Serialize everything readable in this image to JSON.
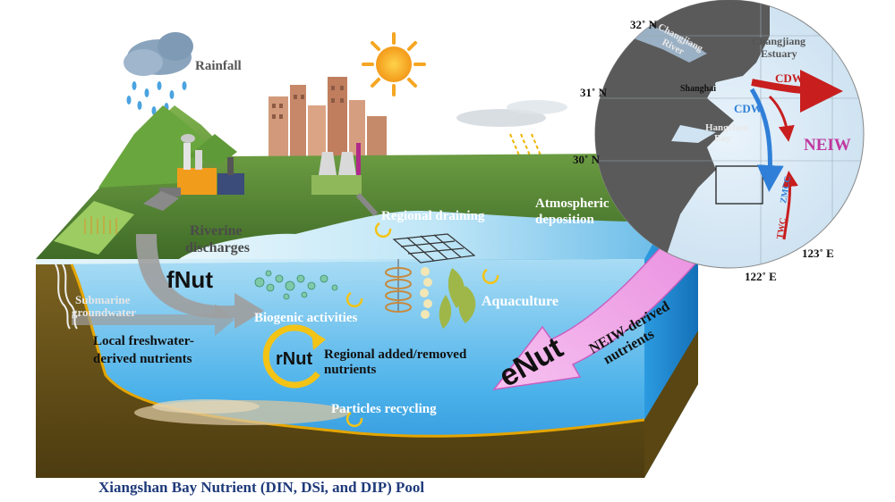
{
  "labels": {
    "rainfall": "Rainfall",
    "riverine_1": "Riverine",
    "riverine_2": "discharges",
    "regional_draining": "Regional draining",
    "atmospheric_1": "Atmospheric",
    "atmospheric_2": "deposition",
    "submarine_1": "Submarine",
    "submarine_2": "groundwater",
    "fnut": "fNut",
    "local_1": "Local freshwater-",
    "local_2": "derived nutrients",
    "biogenic": "Biogenic activities",
    "aquaculture": "Aquaculture",
    "rnut": "rNut",
    "regional_added_1": "Regional added/removed",
    "regional_added_2": "nutrients",
    "particles": "Particles recycling",
    "enut": "eNut",
    "neiw_derived_1": "NEIW-derived",
    "neiw_derived_2": "nutrients"
  },
  "map": {
    "lat_32": "32˚ N",
    "lat_31": "31˚ N",
    "lat_30": "30˚ N",
    "lon_122": "122˚ E",
    "lon_123": "123˚ E",
    "changjiang_river_1": "Changjiang",
    "changjiang_river_2": "River",
    "changjiang_estuary_1": "Changjiang",
    "changjiang_estuary_2": "Estuary",
    "shanghai": "Shanghai",
    "hangzhou_1": "Hangzhou",
    "hangzhou_2": "Bay",
    "cdw_red": "CDW",
    "cdw_blue": "CDW",
    "neiw": "NEIW",
    "zmcc": "ZMCC",
    "twc": "TWC"
  },
  "caption": "Xiangshan Bay Nutrient (DIN, DSi, and DIP) Pool",
  "colors": {
    "water_top": "#bfe6f7",
    "water_side": "#1f8fd6",
    "sediment": "#6b5418",
    "land": "#5e8f3a",
    "neiw_arrow": "#f2a6e8",
    "cdw": "#c81e1e",
    "zmcc": "#2f7fd8",
    "caption": "#1f3a7a"
  }
}
